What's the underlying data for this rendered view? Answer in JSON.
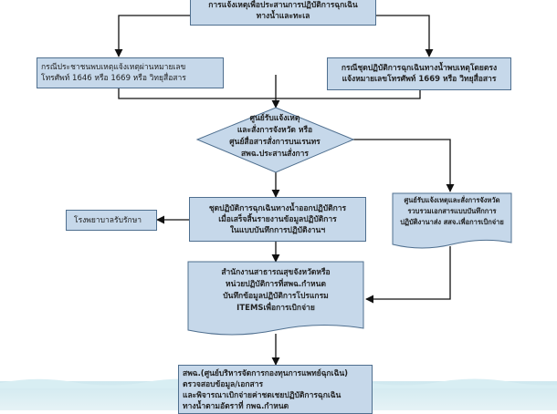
{
  "nodes": {
    "top": [
      "การแจ้งเหตุเพื่อประสานการปฏิบัติการฉุกเฉิน",
      "ทางน้ำและทะเล"
    ],
    "left_case": [
      "กรณีประชาชนพบเหตุแจ้งเหตุผ่านหมายเลข",
      "โทรศัพท์ 1646 หรือ 1669 หรือ วิทยุสื่อสาร"
    ],
    "right_case": [
      "กรณีชุดปฏิบัติการฉุกเฉินทางน้ำพบเหตุโดยตรง",
      "แจ้งหมายเลขโทรศัพท์ 1669 หรือ วิทยุสื่อสาร"
    ],
    "decision": [
      "ศูนย์รับแจ้งเหตุ",
      "และสั่งการจังหวัด หรือ",
      "ศูนย์สื่อสารสั่งการบนเรนทร",
      "สพฉ.ประสานสั่งการ"
    ],
    "team": [
      "ชุดปฏิบัติการฉุกเฉินทางน้ำออกปฏิบัติการ",
      "เมื่อเสร็จสิ้นรายงานข้อมูลปฏิบัติการ",
      "ในแบบบันทึกการปฏิบัติงานฯ"
    ],
    "hospital": [
      "โรงพยาบาลรับรักษา"
    ],
    "right_report": [
      "ศูนย์รับแจ้งเหตุและสั่งการจังหวัด",
      "รวบรวมเอกสารแบบบันทึกการ",
      "ปฏิบัติงานาส่ง สสจ.เพื่อการเบิกจ่าย"
    ],
    "provincial": [
      "สำนักงานสาธารณสุขจังหวัดหรือ",
      "หน่วยปฏิบัติการที่สพฉ.กำหนด",
      "บันทึกข้อมูลปฏิบัติการโปรแกรม",
      "ITEMSเพื่อการเบิกจ่าย"
    ],
    "bottom": [
      "สพฉ.(ศูนย์บริหารจัดการกองทุนการแพทย์ฉุกเฉิน)",
      "ตรวจสอบข้อมูล/เอกสาร",
      "และพิจารณาเบิกจ่ายค่าชดเชยปฏิบัติการฉุกเฉิน",
      "ทางน้ำตามอัตราที่ กพฉ.กำหนด"
    ]
  },
  "colors": {
    "box_fill": "#c6d8ea",
    "box_border": "#4f6f8f",
    "arrow": "#111111",
    "water": "#cfe8ef"
  }
}
